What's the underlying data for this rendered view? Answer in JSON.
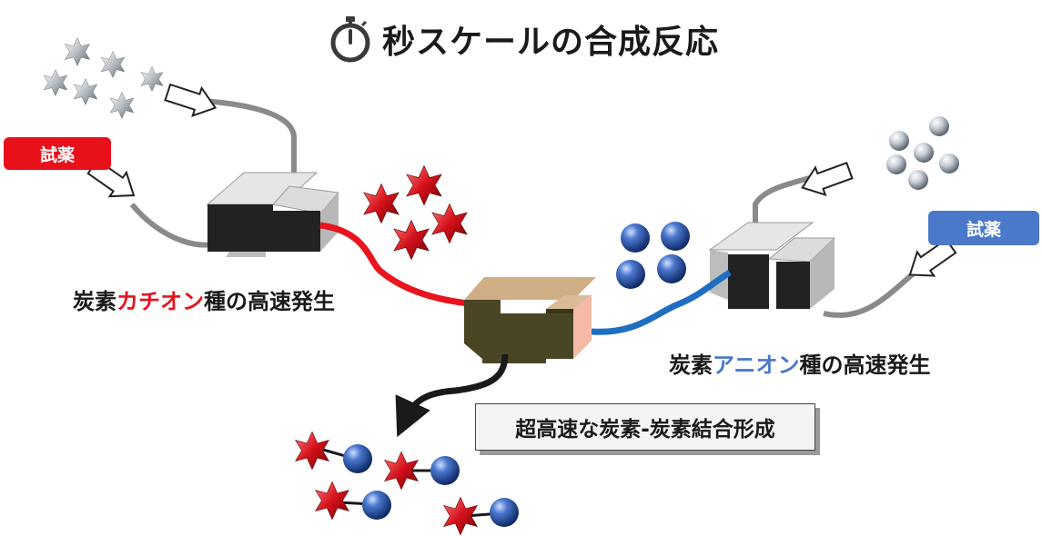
{
  "title": "秒スケールの合成反応",
  "reagent_left": "試薬",
  "reagent_right": "試薬",
  "cation_caption": {
    "pre": "炭素",
    "highlight": "カチオン",
    "post": "種の高速発生"
  },
  "anion_caption": {
    "pre": "炭素",
    "highlight": "アニオン",
    "post": "種の高速発生"
  },
  "product_caption": "超高速な炭素-炭素結合形成",
  "colors": {
    "reagent_left": "#e8111b",
    "reagent_right": "#4a79c9",
    "cation_tube": "#e8141e",
    "anion_tube": "#1f6ec2",
    "mixer": "#cfae85"
  },
  "icons": [
    "stopwatch-icon",
    "silver-star-icon",
    "red-star-icon",
    "blue-sphere-icon",
    "silver-sphere-icon",
    "arrow-icon"
  ]
}
